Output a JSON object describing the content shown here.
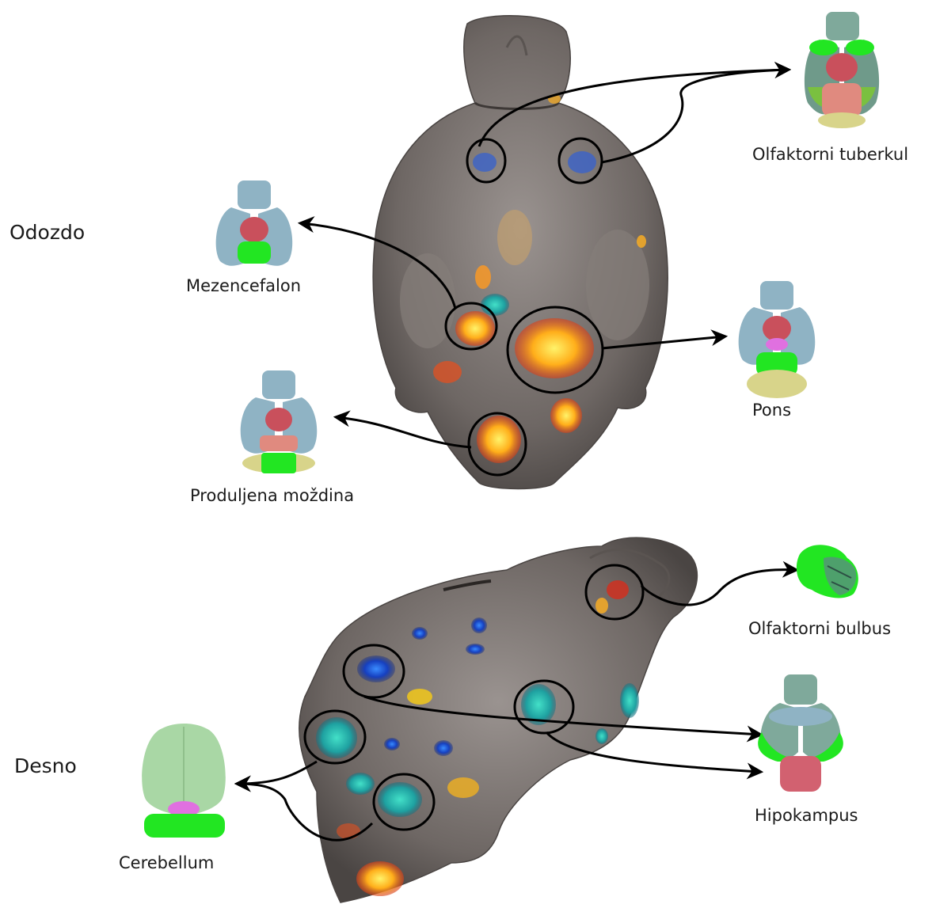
{
  "views": {
    "bottom": "Odozdo",
    "right": "Desno"
  },
  "labels": {
    "olfactory_tubercle": "Olfaktorni tuberkul",
    "mesencephalon": "Mezencefalon",
    "pons": "Pons",
    "medulla": "Produljena moždina",
    "olfactory_bulb": "Olfaktorni bulbus",
    "hippocampus": "Hipokampus",
    "cerebellum": "Cerebellum"
  },
  "colors": {
    "cortex_blue": "#8fb3c4",
    "midbrain_red": "#c9505c",
    "highlight_green": "#22e622",
    "pons_yellow": "#d8d48a",
    "cerebellum_pink": "#e070e0",
    "activation_orange": "#ffb020",
    "activation_blue": "#1a4fd0",
    "brain_gray": "#7d7672"
  }
}
